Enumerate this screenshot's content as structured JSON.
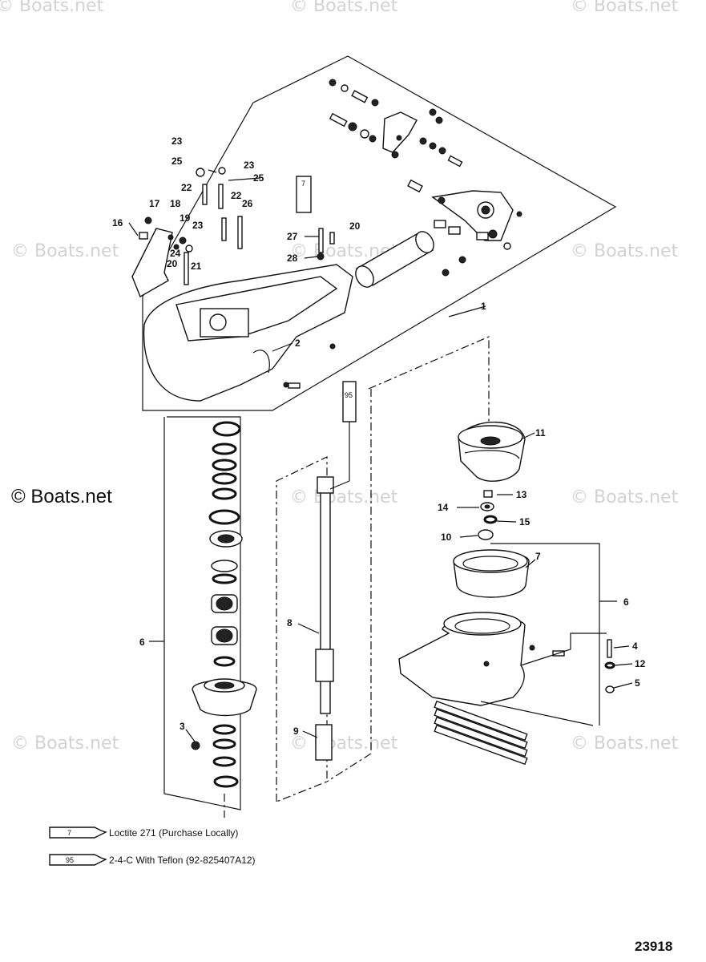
{
  "watermarks": {
    "top_left": "© Boats.net",
    "top_center": "© Boats.net",
    "top_right": "© Boats.net",
    "mid_left": "© Boats.net",
    "mid_center": "© Boats.net",
    "mid_right": "© Boats.net",
    "main": "© Boats.net",
    "row2_center": "© Boats.net",
    "row2_right": "© Boats.net",
    "low_left": "© Boats.net",
    "low_center": "© Boats.net",
    "low_right": "© Boats.net"
  },
  "callouts": {
    "c1": "1",
    "c2": "2",
    "c3": "3",
    "c4": "4",
    "c5": "5",
    "c6": "6",
    "c7": "7",
    "c8": "8",
    "c9": "9",
    "c10": "10",
    "c11": "11",
    "c12": "12",
    "c13": "13",
    "c14": "14",
    "c15": "15",
    "c16": "16",
    "c17": "17",
    "c18": "18",
    "c19": "19",
    "c20a": "20",
    "c20b": "20",
    "c21": "21",
    "c22a": "22",
    "c22b": "22",
    "c23a": "23",
    "c23b": "23",
    "c23c": "23",
    "c24": "24",
    "c25a": "25",
    "c25b": "25",
    "c26": "26",
    "c27": "27",
    "c28": "28",
    "c6b": "6"
  },
  "tubes": {
    "t7_top": "7",
    "t95_top": "95",
    "legend7": "7",
    "legend95": "95"
  },
  "legend": {
    "item1": "Loctite 271 (Purchase Locally)",
    "item2": "2-4-C With Teflon (92-825407A12)"
  },
  "figure_number": "23918"
}
